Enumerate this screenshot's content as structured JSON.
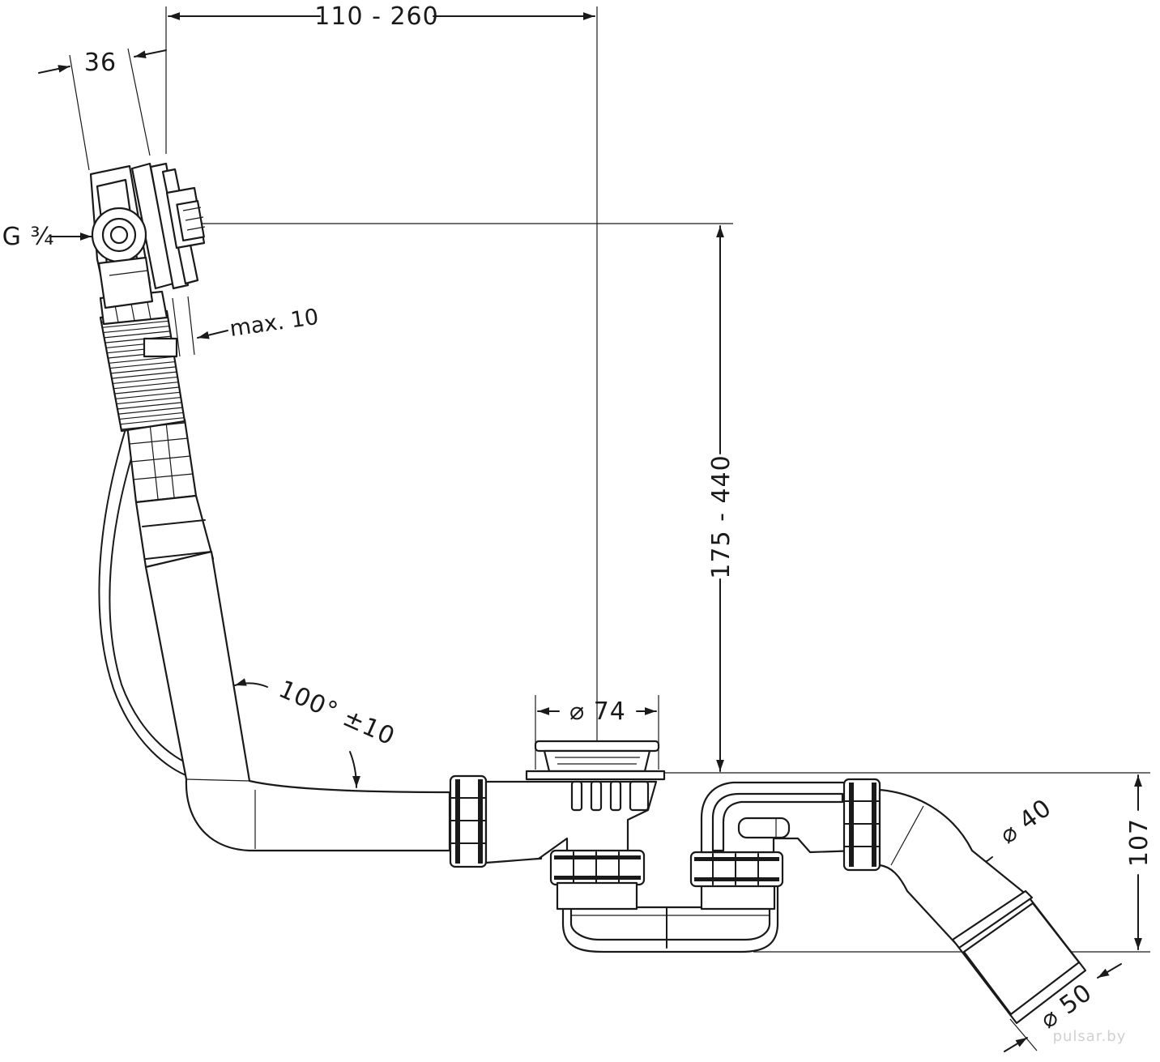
{
  "drawing": {
    "labels": {
      "overflow_spacing": "110 - 260",
      "overflow_width": "36",
      "thread": "G ¾",
      "max_wall": "max. 10",
      "height_range": "175 - 440",
      "angle": "100° ±10",
      "drain_diameter": "⌀ 74",
      "outlet_diameter": "⌀ 40",
      "trap_depth": "107",
      "connection_diameter": "⌀ 50"
    },
    "watermark": "pulsar.by"
  },
  "colors": {
    "line": "#1a1a1a",
    "background": "#ffffff"
  }
}
